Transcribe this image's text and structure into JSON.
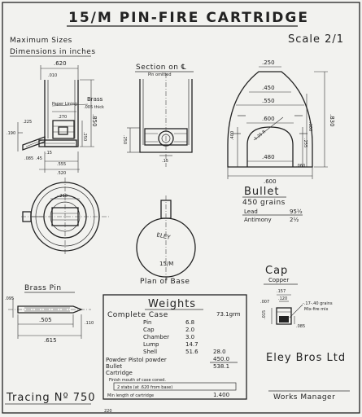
{
  "title": "15/M PIN-FIRE CARTRIDGE",
  "subtitle": "Maximum Sizes",
  "dimensions_note": "Dimensions in inches",
  "scale": "Scale 2/1",
  "section_title": "Section on ℄",
  "section_note": "Pin omitted",
  "case_labels": {
    "paper_lining": "Paper Lining",
    "brass": "Brass",
    "brass_thick": ".005 thick"
  },
  "case_dims": {
    "overall": ".620",
    "rim": ".010",
    "wall": ".270",
    "length": ".850",
    "pin_len": ".225",
    "base_h": ".250",
    "base_d": ".555",
    "inner_d": ".520",
    "head": ".45",
    "x1": ".190",
    "x2": ".085",
    "x3": ".15"
  },
  "bullet_dims": {
    "top": ".250",
    "d1": ".450",
    "d2": ".550",
    "d3": ".600",
    "radius": "1.25 R",
    "cavity": ".480",
    "base": ".600",
    "h1": ".400",
    "h2": ".300",
    "h3": ".255",
    "total": ".830",
    "small": ".060"
  },
  "bullet": {
    "title": "Bullet",
    "grains": "450 grains",
    "lead_label": "Lead",
    "lead_value": "95½",
    "antimony_label": "Antimony",
    "antimony_value": "2½"
  },
  "base_plan": {
    "stamp": "ELEY",
    "calibre": "15/M",
    "caption": "Plan of Base",
    "dia": "-.210"
  },
  "brass_pin": {
    "title": "Brass Pin",
    "d1": ".505",
    "d2": ".615",
    "d3": ".095",
    "d4": ".110"
  },
  "cap": {
    "title": "Cap",
    "material": "Copper",
    "d1": ".157",
    "d2": ".120",
    "d3": ".007",
    "note_a": "-.17-.40 grains",
    "note_b": "Mix-fire mix",
    "dim_a": ".015",
    "dim_b": ".085"
  },
  "weights": {
    "title": "Weights",
    "complete_label": "Complete Case",
    "complete_value": "73.1grm",
    "items": [
      {
        "label": "Pin",
        "value": "6.8"
      },
      {
        "label": "Cap",
        "value": "2.0"
      },
      {
        "label": "Chamber",
        "value": "3.0"
      },
      {
        "label": "Lump",
        "value": "14.7"
      },
      {
        "label": "Shell",
        "value": "51.6"
      }
    ],
    "powder_label": "Powder Pistol powder",
    "powder_value": "28.0",
    "bullet_label": "Bullet",
    "bullet_value": "450.0",
    "cartridge_label": "Cartridge",
    "cartridge_value": "538.1",
    "finish_note": "Finish mouth of case coned.",
    "stabs_note": "2 stabs (at .620 from base)",
    "length_label": "Min length of cartridge",
    "length_value": "1.400"
  },
  "maker": "Eley Bros Ltd",
  "manager": "Works Manager",
  "tracing": "Tracing Nº 750",
  "footer_num": "220"
}
